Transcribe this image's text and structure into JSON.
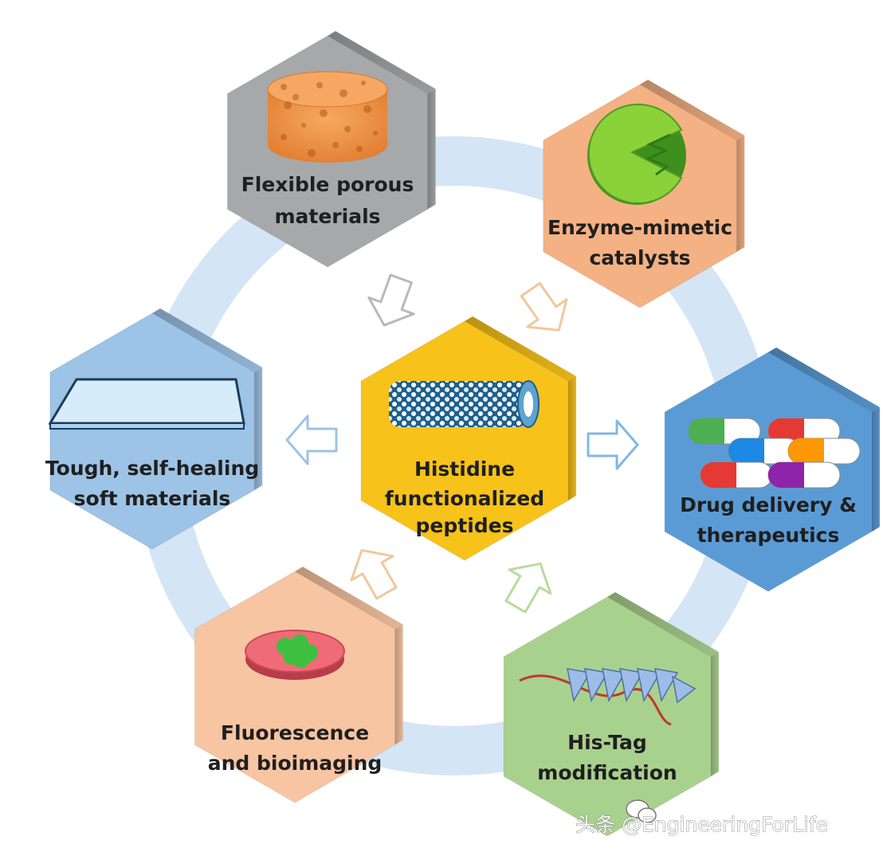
{
  "center": {
    "label_lines": [
      "Histidine",
      "functionalized",
      "peptides"
    ],
    "color": "#f7c21a",
    "icon": "nanotube-icon"
  },
  "nodes": [
    {
      "id": "porous",
      "label_lines": [
        "Flexible porous",
        "materials"
      ],
      "color": "#a7a8aa",
      "icon": "porous-sponge-icon"
    },
    {
      "id": "enzyme",
      "label_lines": [
        "Enzyme-mimetic",
        "catalysts"
      ],
      "color": "#f4b183",
      "icon": "enzyme-pacman-icon"
    },
    {
      "id": "drug",
      "label_lines": [
        "Drug delivery &",
        "therapeutics"
      ],
      "color": "#5b9bd5",
      "icon": "capsules-icon"
    },
    {
      "id": "histag",
      "label_lines": [
        "His-Tag",
        "modification"
      ],
      "color": "#a9d18e",
      "icon": "his-tag-icon"
    },
    {
      "id": "fluorescence",
      "label_lines": [
        "Fluorescence",
        "and bioimaging"
      ],
      "color": "#f8c5a2",
      "icon": "petri-dish-icon"
    },
    {
      "id": "tough",
      "label_lines": [
        "Tough, self-healing",
        "soft materials"
      ],
      "color": "#9dc3e6",
      "icon": "gel-sheet-icon"
    }
  ],
  "ring_color": "#cde0f4",
  "watermark": {
    "text": "头条 @EngineeringForLife",
    "icon": "wechat-icon"
  }
}
